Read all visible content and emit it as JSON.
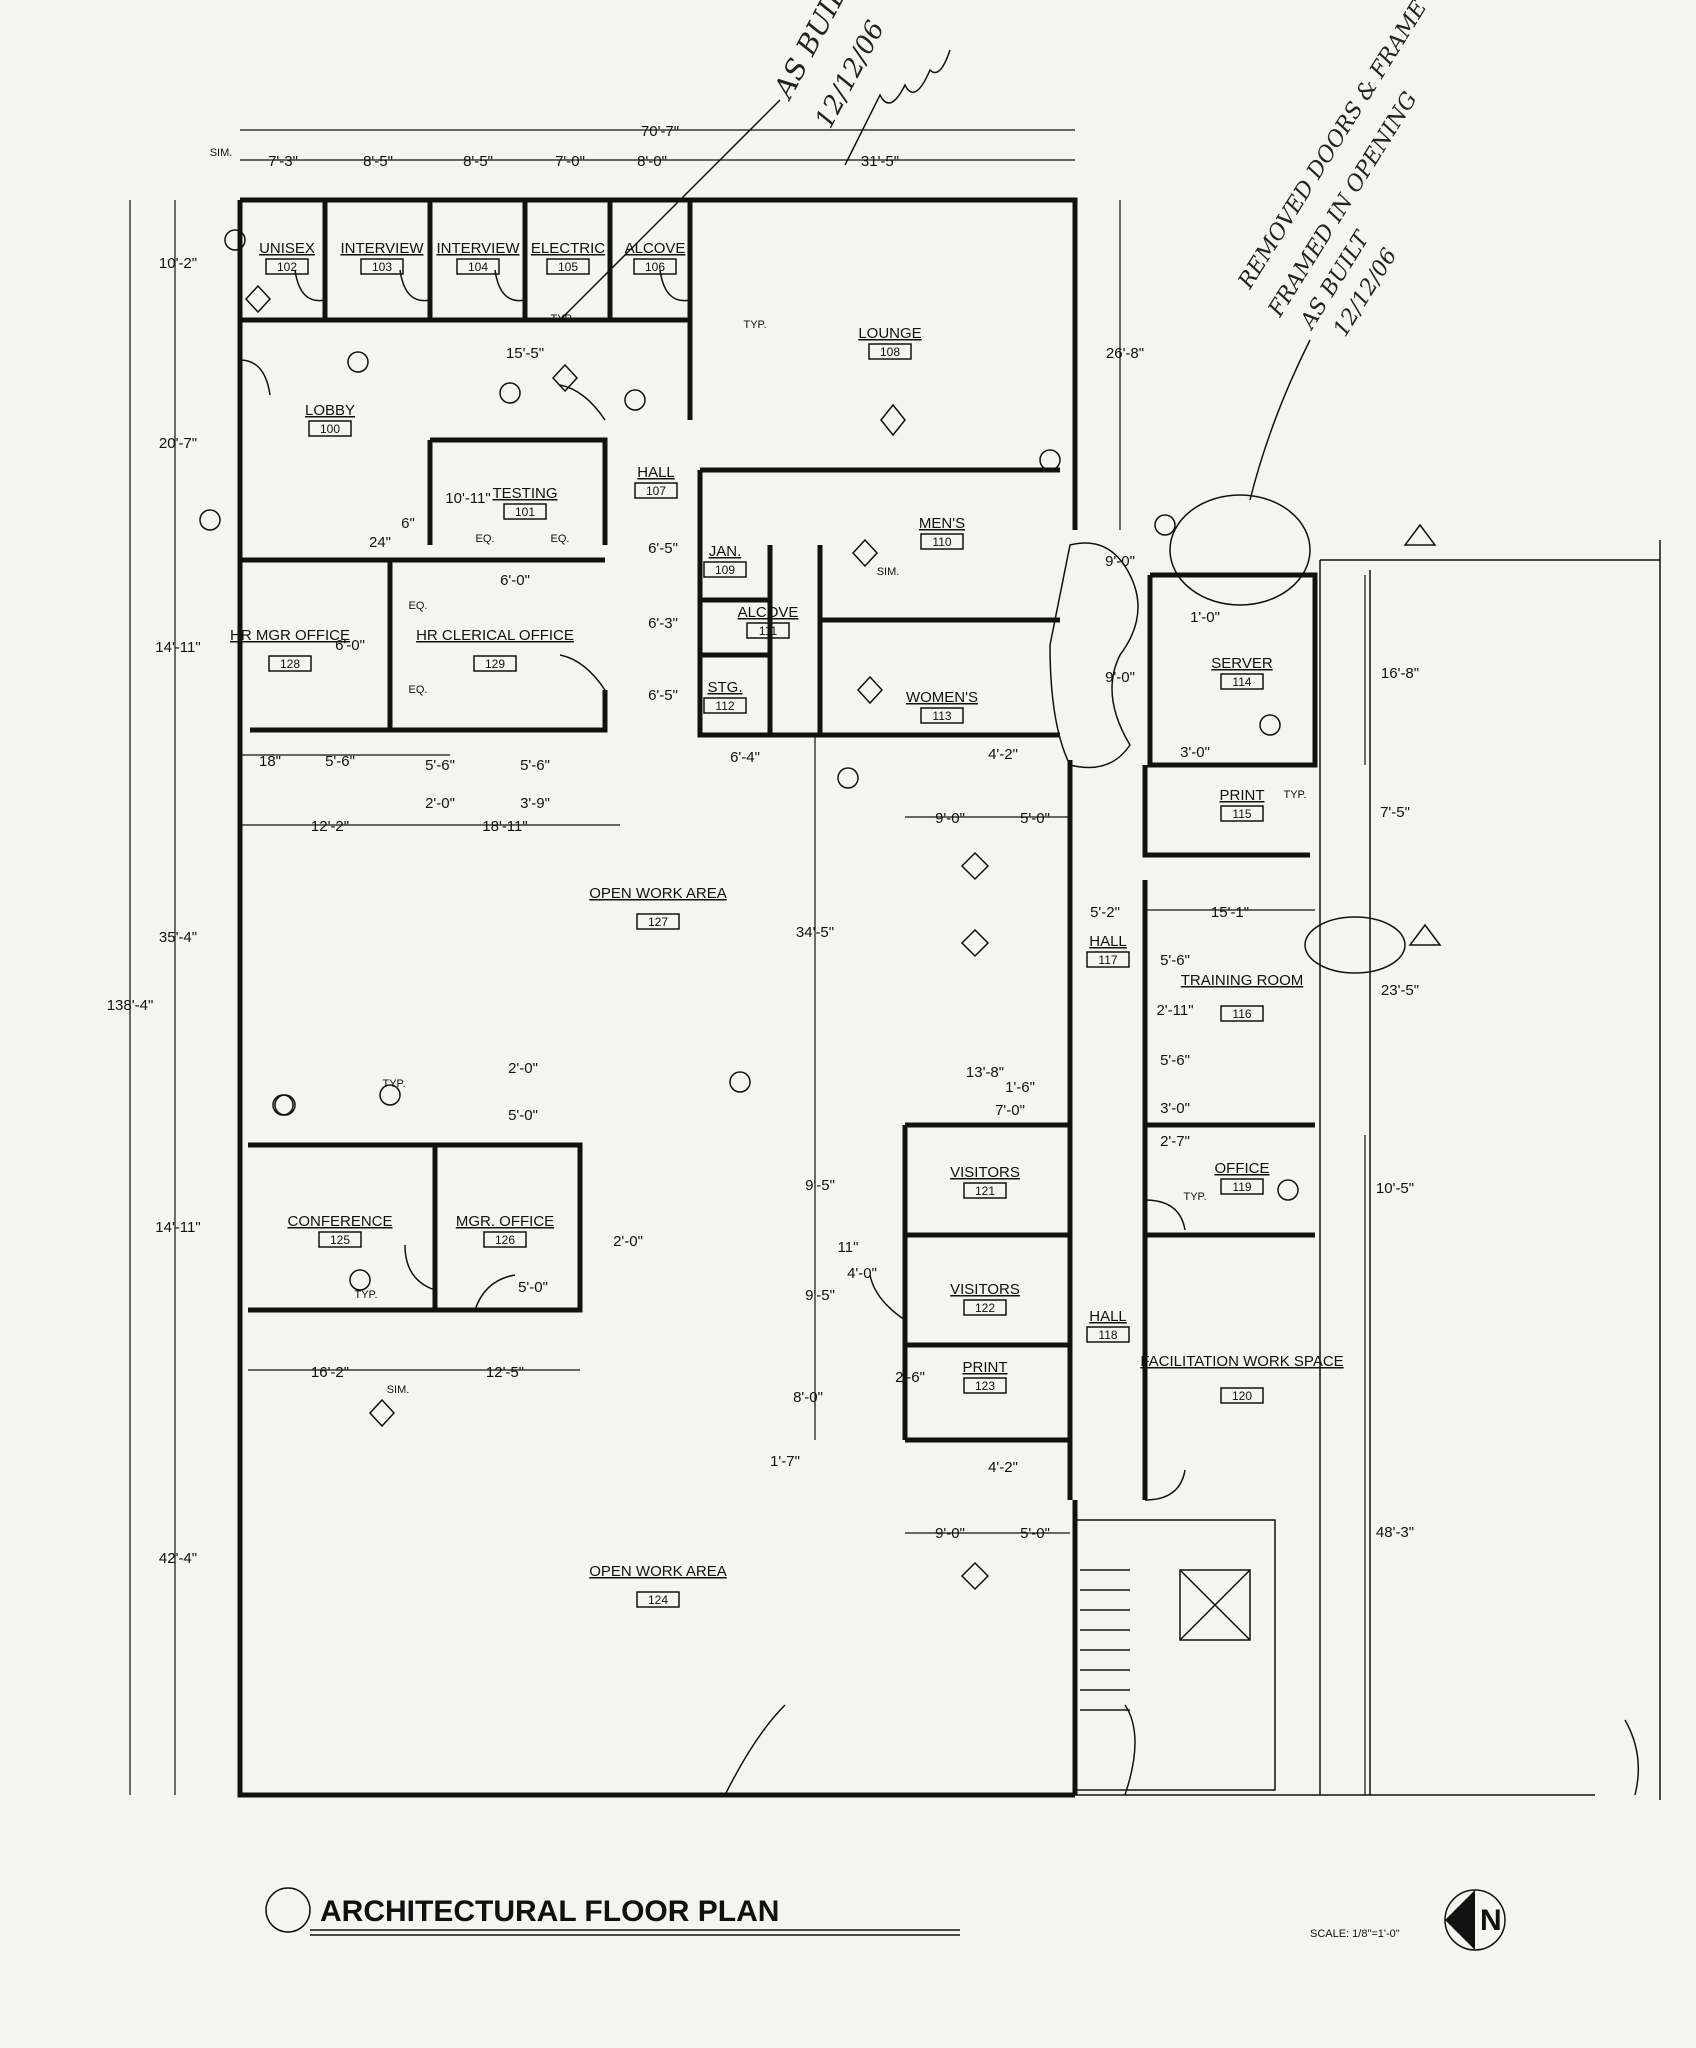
{
  "title": "ARCHITECTURAL FLOOR PLAN",
  "scale": "SCALE: 1/8\"=1'-0\"",
  "north": "N",
  "annotations": {
    "as_built_1": "AS BUILT",
    "as_built_date_1": "12/12/06",
    "removed_line1": "REMOVED DOORS & FRAME",
    "removed_line2": "FRAMED IN OPENING",
    "as_built_2": "AS BUILT",
    "as_built_date_2": "12/12/06"
  },
  "rooms": [
    {
      "name": "UNISEX",
      "num": "102"
    },
    {
      "name": "INTERVIEW",
      "num": "103"
    },
    {
      "name": "INTERVIEW",
      "num": "104"
    },
    {
      "name": "ELECTRIC",
      "num": "105"
    },
    {
      "name": "ALCOVE",
      "num": "106"
    },
    {
      "name": "LOUNGE",
      "num": "108"
    },
    {
      "name": "LOBBY",
      "num": "100"
    },
    {
      "name": "TESTING",
      "num": "101"
    },
    {
      "name": "HALL",
      "num": "107"
    },
    {
      "name": "JAN.",
      "num": "109"
    },
    {
      "name": "MEN'S",
      "num": "110"
    },
    {
      "name": "ALCOVE",
      "num": "111"
    },
    {
      "name": "STG.",
      "num": "112"
    },
    {
      "name": "WOMEN'S",
      "num": "113"
    },
    {
      "name": "SERVER",
      "num": "114"
    },
    {
      "name": "PRINT",
      "num": "115"
    },
    {
      "name": "HR MGR OFFICE",
      "num": "128"
    },
    {
      "name": "HR CLERICAL OFFICE",
      "num": "129"
    },
    {
      "name": "OPEN WORK AREA",
      "num": "127"
    },
    {
      "name": "HALL",
      "num": "117"
    },
    {
      "name": "TRAINING ROOM",
      "num": "116"
    },
    {
      "name": "CONFERENCE",
      "num": "125"
    },
    {
      "name": "MGR. OFFICE",
      "num": "126"
    },
    {
      "name": "VISITORS",
      "num": "121"
    },
    {
      "name": "OFFICE",
      "num": "119"
    },
    {
      "name": "VISITORS",
      "num": "122"
    },
    {
      "name": "HALL",
      "num": "118"
    },
    {
      "name": "PRINT",
      "num": "123"
    },
    {
      "name": "FACILITATION WORK SPACE",
      "num": "120"
    },
    {
      "name": "OPEN WORK AREA",
      "num": "124"
    }
  ],
  "dimensions": [
    "70'-7\"",
    "7'-3\"",
    "8'-5\"",
    "8'-5\"",
    "7'-0\"",
    "8'-0\"",
    "31'-5\"",
    "10'-2\"",
    "20'-7\"",
    "14'-11\"",
    "35'-4\"",
    "138'-4\"",
    "14'-11\"",
    "42'-4\"",
    "26'-8\"",
    "16'-8\"",
    "7'-5\"",
    "23'-5\"",
    "10'-5\"",
    "48'-3\"",
    "15'-5\"",
    "10'-11\"",
    "24\"",
    "6\"",
    "6'-0\"",
    "6'-0\"",
    "6'-5\"",
    "6'-3\"",
    "6'-5\"",
    "6'-4\"",
    "18\"",
    "5'-6\"",
    "5'-6\"",
    "5'-6\"",
    "2'-0\"",
    "3'-9\"",
    "12'-2\"",
    "18'-11\"",
    "9'-0\"",
    "1'-0\"",
    "9'-0\"",
    "3'-0\"",
    "4'-2\"",
    "9'-0\"",
    "5'-0\"",
    "34'-5\"",
    "5'-2\"",
    "15'-1\"",
    "5'-6\"",
    "2'-11\"",
    "5'-6\"",
    "3'-0\"",
    "2'-7\"",
    "2'-0\"",
    "5'-0\"",
    "13'-8\"",
    "1'-6\"",
    "7'-0\"",
    "9'-5\"",
    "11\"",
    "4'-0\"",
    "9'-5\"",
    "2'-0\"",
    "5'-0\"",
    "16'-2\"",
    "12'-5\"",
    "2'-6\"",
    "8'-0\"",
    "1'-7\"",
    "4'-2\"",
    "9'-0\"",
    "5'-0\""
  ],
  "labels": {
    "typ": "TYP.",
    "sim": "SIM.",
    "eq": "EQ."
  }
}
